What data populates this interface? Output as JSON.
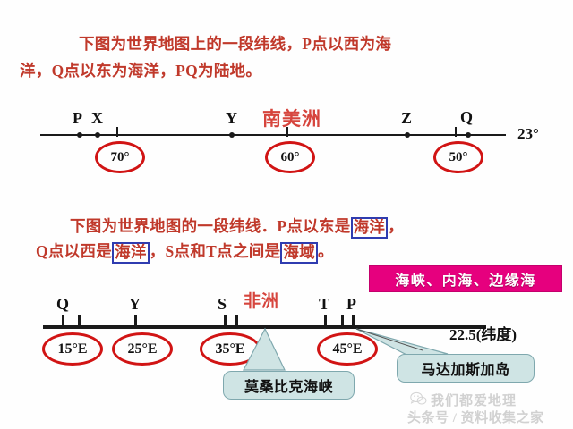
{
  "question1": {
    "line1": "下图为世界地图上的一段纬线，P点以西为海",
    "line2": "洋，Q点以东为海洋，PQ为陆地。"
  },
  "question2": {
    "seg1": "下图为世界地图的一段纬线．P点以东是",
    "term1": "海洋",
    "seg2": "，",
    "seg3": "Q点以西是",
    "term2": "海洋",
    "seg4": "，S点和T点之间是",
    "term3": "海域",
    "seg5": "。"
  },
  "answer_bar": {
    "text": "海峡、内海、边缘海",
    "bg_color": "#e6007e",
    "text_color": "#ffffff"
  },
  "diagram1": {
    "continent_label": "南美洲",
    "end_label": "23°",
    "point_labels": [
      "P",
      "X",
      "Y",
      "Z",
      "Q"
    ],
    "degree_marks": [
      "70°",
      "60°",
      "50°"
    ],
    "accent_color": "#d11414"
  },
  "diagram2": {
    "continent_label": "非洲",
    "end_label": "22.5(纬度)",
    "point_labels": [
      "Q",
      "Y",
      "S",
      "T",
      "P"
    ],
    "degree_marks": [
      "15°E",
      "25°E",
      "35°E",
      "45°E"
    ],
    "accent_color": "#d11414"
  },
  "callouts": {
    "left": "莫桑比克海峡",
    "right": "马达加斯加岛",
    "bg_color": "#cfe4e4"
  },
  "watermark": {
    "top": "我们都爱地理",
    "bottom": "头条号 / 资料收集之家",
    "icon": "wechat-icon"
  },
  "chart_data": {
    "type": "line",
    "title": "Latitude line schematic diagrams",
    "charts": [
      {
        "name": "diagram1",
        "axis_label_right": "23°",
        "region_label": "南美洲",
        "tick_labels": [
          "70°",
          "60°",
          "50°"
        ],
        "tick_x": [
          70,
          60,
          50
        ],
        "points": [
          {
            "label": "P",
            "type": "dot"
          },
          {
            "label": "X",
            "type": "dot"
          },
          {
            "label": "Y",
            "type": "dot"
          },
          {
            "label": "Z",
            "type": "dot"
          },
          {
            "label": "Q",
            "type": "dot"
          }
        ]
      },
      {
        "name": "diagram2",
        "axis_label_right": "22.5(纬度)",
        "region_label": "非洲",
        "tick_labels": [
          "15°E",
          "25°E",
          "35°E",
          "45°E"
        ],
        "tick_x": [
          15,
          25,
          35,
          45
        ],
        "points": [
          {
            "label": "Q",
            "type": "tick"
          },
          {
            "label": "Y",
            "type": "tick"
          },
          {
            "label": "S",
            "type": "tick"
          },
          {
            "label": "T",
            "type": "tick"
          },
          {
            "label": "P",
            "type": "tick"
          }
        ]
      }
    ]
  }
}
